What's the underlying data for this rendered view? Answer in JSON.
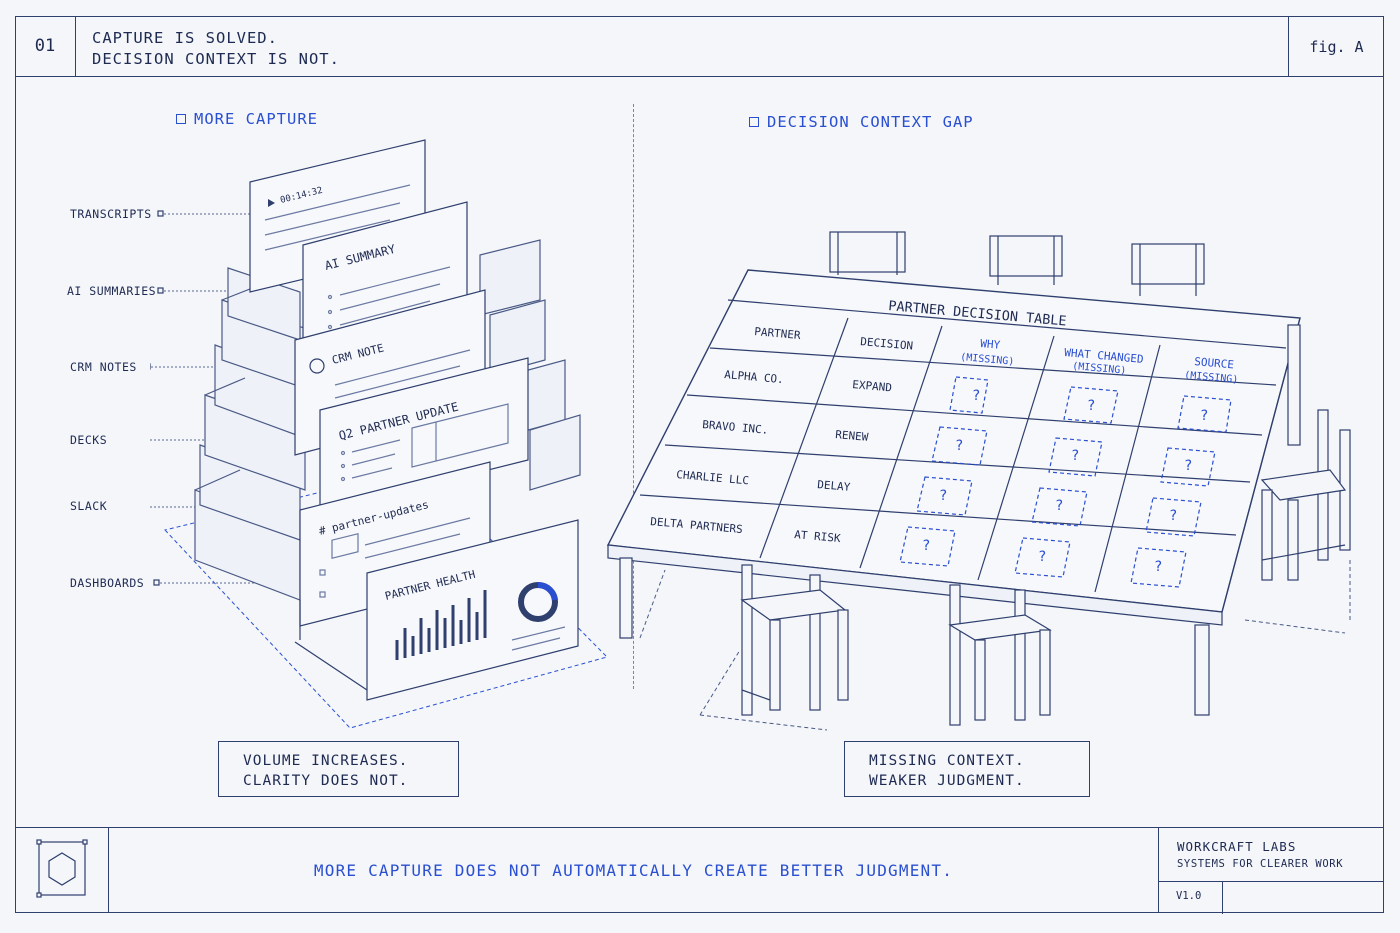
{
  "header": {
    "number": "01",
    "title_line1": "CAPTURE IS SOLVED.",
    "title_line2": "DECISION CONTEXT IS NOT.",
    "fig": "fig. A"
  },
  "left": {
    "section_title": "MORE CAPTURE",
    "callouts": [
      "TRANSCRIPTS",
      "AI SUMMARIES",
      "CRM NOTES",
      "DECKS",
      "SLACK",
      "DASHBOARDS"
    ],
    "cards": {
      "transcript_time": "00:14:32",
      "ai_summary": "AI SUMMARY",
      "crm_note": "CRM NOTE",
      "deck": "Q2 PARTNER UPDATE",
      "slack": "# partner-updates",
      "dashboard": "PARTNER HEALTH"
    },
    "caption_line1": "VOLUME INCREASES.",
    "caption_line2": "CLARITY DOES NOT."
  },
  "right": {
    "section_title": "DECISION CONTEXT GAP",
    "table_title": "PARTNER DECISION TABLE",
    "headers": [
      {
        "line1": "PARTNER",
        "line2": ""
      },
      {
        "line1": "DECISION",
        "line2": ""
      },
      {
        "line1": "WHY",
        "line2": "(MISSING)"
      },
      {
        "line1": "WHAT CHANGED",
        "line2": "(MISSING)"
      },
      {
        "line1": "SOURCE",
        "line2": "(MISSING)"
      }
    ],
    "rows": [
      {
        "partner": "ALPHA CO.",
        "decision": "EXPAND"
      },
      {
        "partner": "BRAVO INC.",
        "decision": "RENEW"
      },
      {
        "partner": "CHARLIE LLC",
        "decision": "DELAY"
      },
      {
        "partner": "DELTA PARTNERS",
        "decision": "AT RISK"
      }
    ],
    "missing_mark": "?",
    "caption_line1": "MISSING CONTEXT.",
    "caption_line2": "WEAKER JUDGMENT."
  },
  "footer": {
    "tagline": "MORE CAPTURE DOES NOT AUTOMATICALLY CREATE BETTER JUDGMENT.",
    "brand": "WORKCRAFT LABS",
    "brand_sub": "SYSTEMS FOR CLEARER WORK",
    "version": "V1.0"
  },
  "colors": {
    "ink": "#2f3f6e",
    "accent": "#2a4fd1",
    "paper": "#f4f6f9"
  }
}
